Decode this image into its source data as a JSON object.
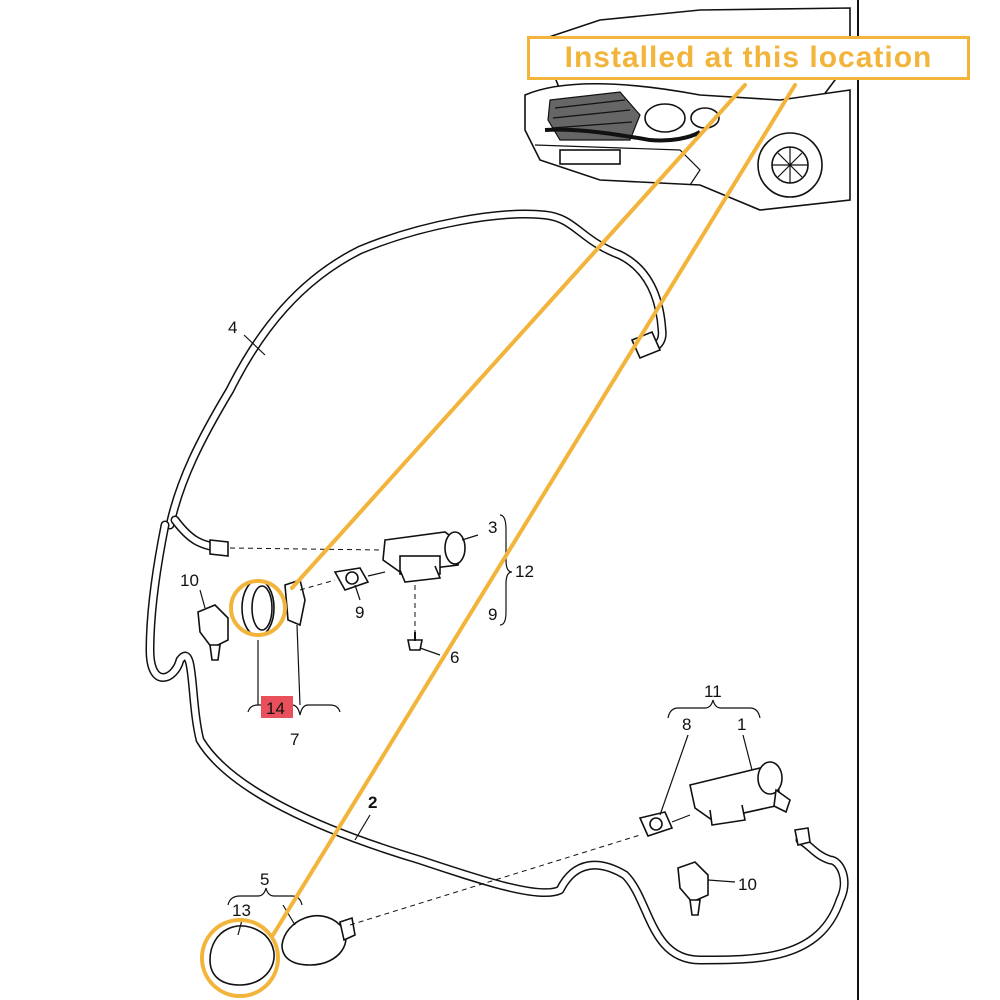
{
  "callout": {
    "text": "Installed at this location"
  },
  "labels": {
    "p1": "1",
    "p2": "2",
    "p3": "3",
    "p4": "4",
    "p5": "5",
    "p6": "6",
    "p7": "7",
    "p8": "8",
    "p9a": "9",
    "p9b": "9",
    "p10a": "10",
    "p10b": "10",
    "p11": "11",
    "p12": "12",
    "p13": "13",
    "p14": "14"
  },
  "colors": {
    "callout": "#f2b43a",
    "highlight": "#e8505b",
    "ink": "#111111"
  }
}
